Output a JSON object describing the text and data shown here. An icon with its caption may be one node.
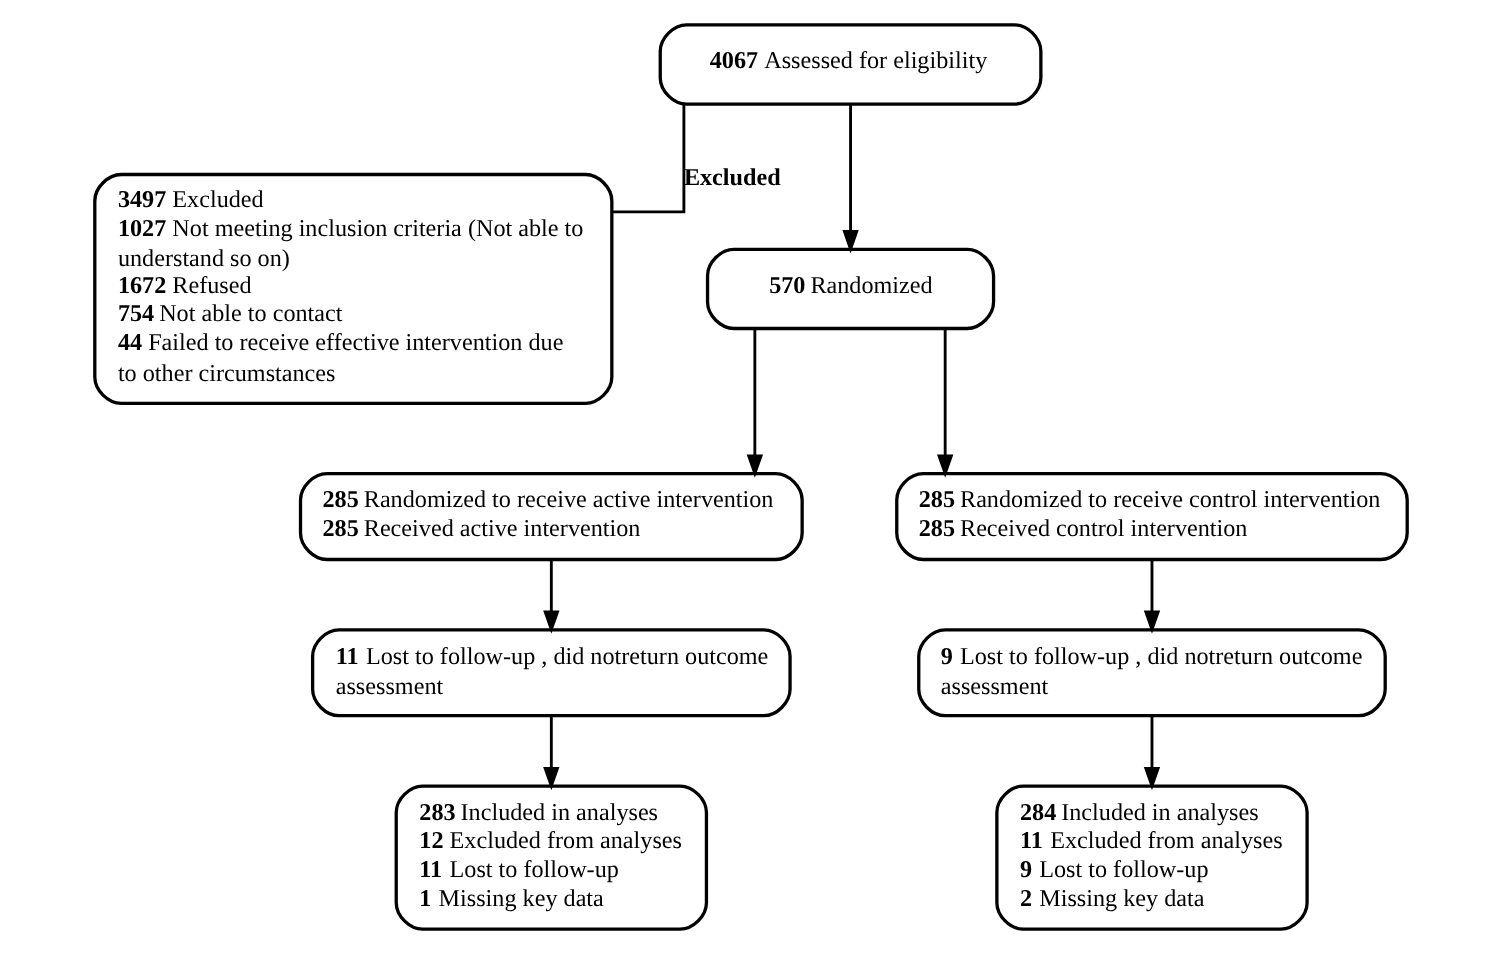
{
  "diagram": {
    "nodes": [
      {
        "text": [
          "**4067** Assessed for eligibility"
        ]
      },
      {
        "text": [
          "**3497** Excluded",
          "**1027** Not meeting inclusion criteria (Not able to understand so on)",
          "**1672** Refused",
          "**754** Not able to contact",
          "**44** Failed to receive effective intervention due to other circumstances"
        ]
      },
      {
        "text": [
          "**570** Randomized"
        ]
      },
      {
        "text": [
          "**285** Randomized to receive active intervention",
          "**285** Received active intervention"
        ]
      },
      {
        "text": [
          "**285** Randomized to receive control intervention",
          "**285** Received control intervention"
        ]
      },
      {
        "text": [
          "**11** Lost to follow-up , did notreturn outcome assessment"
        ]
      },
      {
        "text": [
          "**9** Lost to follow-up , did notreturn outcome assessment"
        ]
      },
      {
        "text": [
          "**283** Included in analyses",
          "**12** Excluded from analyses",
          "**11** Lost to follow-up",
          "**1** Missing key data"
        ]
      },
      {
        "text": [
          "**284** Included in analyses",
          "**11** Excluded from analyses",
          "**9** Lost to follow-up",
          "**2** Missing key data"
        ]
      }
    ],
    "edges": [
      {
        "from": 0,
        "to": 2,
        "arrow": "to"
      },
      {
        "from": 0,
        "to": 1,
        "arrow": "none",
        "label": "Excluded"
      },
      {
        "from": 2,
        "to": 3,
        "arrow": "to"
      },
      {
        "from": 2,
        "to": 4,
        "arrow": "to"
      },
      {
        "from": 3,
        "to": 5,
        "arrow": "to"
      },
      {
        "from": 4,
        "to": 6,
        "arrow": "to"
      },
      {
        "from": 5,
        "to": 7,
        "arrow": "to"
      },
      {
        "from": 6,
        "to": 8,
        "arrow": "to"
      }
    ]
  }
}
